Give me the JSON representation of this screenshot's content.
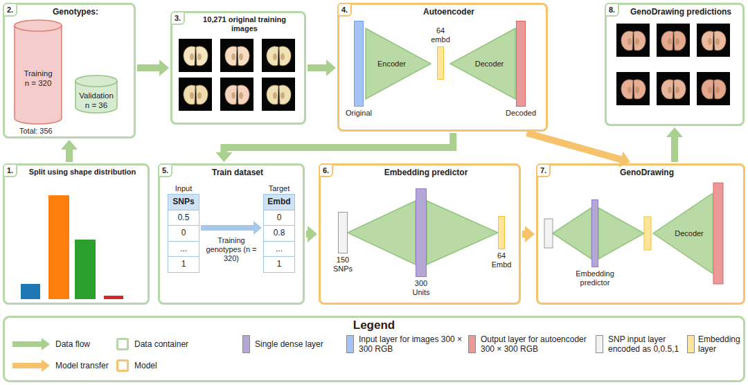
{
  "diagram": {
    "nodes": [
      {
        "text": [
          "Genotypes:"
        ]
      },
      {
        "text": [
          "Training",
          "n = 320"
        ],
        "in": 0
      },
      {
        "text": [
          "Validation",
          "n = 36"
        ],
        "in": 0
      },
      {
        "text": [
          "10,271 original training images"
        ]
      },
      {
        "text": [
          "Autoencoder"
        ]
      },
      {
        "text": [
          "Original"
        ],
        "in": 4
      },
      {
        "text": [
          "Encoder"
        ],
        "in": 4
      },
      {
        "text": [
          "64 embd"
        ],
        "in": 4
      },
      {
        "text": [
          "Decoder"
        ],
        "in": 4
      },
      {
        "text": [
          "Decoded"
        ],
        "in": 4
      },
      {
        "text": [
          "GenoDrawing predictions"
        ]
      },
      {
        "text": [
          "Split using shape distribution"
        ]
      },
      {
        "text": [
          "Train dataset"
        ]
      },
      {
        "text": [
          "Input",
          "SNPs",
          "0.5",
          "0",
          "...",
          "1"
        ],
        "in": 12
      },
      {
        "text": [
          "Target",
          "Embd",
          "0",
          "0.8",
          "...",
          "1"
        ],
        "in": 12
      },
      {
        "text": [
          "Embedding predictor"
        ]
      },
      {
        "text": [
          "150 SNPs"
        ],
        "in": 15
      },
      {
        "text": [
          "300 Units"
        ],
        "in": 15
      },
      {
        "text": [
          "64 Embd"
        ],
        "in": 15
      },
      {
        "text": [
          "GenoDrawing"
        ]
      },
      {
        "text": [
          "Embedding predictor"
        ],
        "in": 19
      },
      {
        "text": [
          "Decoder"
        ],
        "in": 19
      }
    ],
    "edges": [
      {
        "from": 11,
        "to": 0,
        "arrow": "to"
      },
      {
        "from": 0,
        "to": 3,
        "arrow": "to"
      },
      {
        "from": 3,
        "to": 4,
        "arrow": "to"
      },
      {
        "from": 4,
        "to": 12,
        "arrow": "to"
      },
      {
        "from": 12,
        "to": 15,
        "arrow": "to"
      },
      {
        "from": 15,
        "to": 19,
        "arrow": "to"
      },
      {
        "from": 4,
        "to": 19,
        "arrow": "to"
      },
      {
        "from": 19,
        "to": 10,
        "arrow": "to"
      },
      {
        "from": 13,
        "to": 14,
        "label": "Training genotypes (n = 320)",
        "arrow": "to"
      }
    ],
    "labels": [
      "2.",
      "Total: 356",
      "3.",
      "4.",
      "8.",
      "1.",
      "5.",
      "6.",
      "7.",
      "Legend"
    ],
    "legend": [
      {
        "text": "Data flow"
      },
      {
        "text": "Data container"
      },
      {
        "text": "Single dense layer",
        "color": "#b4a7d6"
      },
      {
        "text": "Input layer for images 300 × 300 RGB",
        "color": "#a4c2f4"
      },
      {
        "text": "Output layer for autoencoder 300 × 300 RGB",
        "color": "#ea9999"
      },
      {
        "text": "SNP input layer encoded as 0,0.5,1",
        "color": "#f3f3f3"
      },
      {
        "text": "Embedding layer",
        "color": "#ffe599"
      },
      {
        "text": "Model transfer"
      },
      {
        "text": "Model"
      }
    ]
  }
}
